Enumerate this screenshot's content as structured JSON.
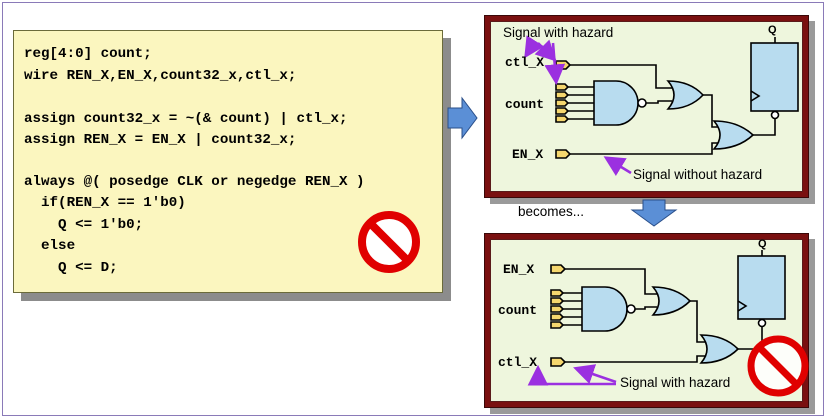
{
  "code": {
    "lines": [
      "reg[4:0] count;",
      "wire REN_X,EN_X,count32_x,ctl_x;",
      "",
      "assign count32_x = ~(& count) | ctl_x;",
      "assign REN_X = EN_X | count32_x;",
      "",
      "always @( posedge CLK or negedge REN_X )",
      "  if(REN_X == 1'b0)",
      "    Q <= 1'b0;",
      "  else",
      "    Q <= D;"
    ]
  },
  "top_diagram": {
    "hazard_label": "Signal with hazard",
    "nohazard_label": "Signal without hazard",
    "pin_ctl": "ctl_X",
    "pin_count": "count",
    "pin_en": "EN_X",
    "ff_label": "Q"
  },
  "transition_label": "becomes...",
  "bottom_diagram": {
    "pin_en": "EN_X",
    "pin_count": "count",
    "pin_ctl": "ctl_X",
    "hazard_label": "Signal with hazard",
    "ff_label": "Q"
  },
  "colors": {
    "code_bg": "#fbf6bf",
    "panel_border": "#7a1010",
    "panel_bg": "#eef6dd",
    "gate_fill": "#b8dcef",
    "arrow_fill": "#5b8fd6",
    "callout_arrow": "#9b30e0",
    "no_symbol": "#e00000"
  }
}
